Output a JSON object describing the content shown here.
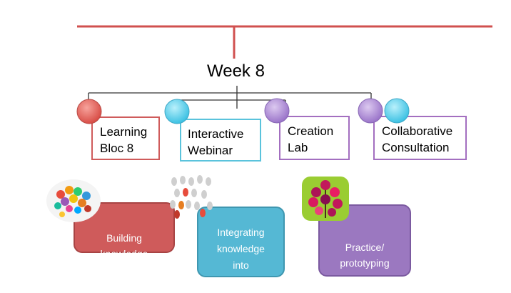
{
  "title": "Week 8",
  "colors": {
    "red": "#cf5b5b",
    "cyan": "#5ac3dc",
    "purple": "#9b7ac3",
    "connector": "#333333",
    "top_rule": "#d0504f"
  },
  "nodes": [
    {
      "id": "learning-bloc",
      "label": "Learning\nBloc 8",
      "border_color": "#cf5b5b",
      "circles": [
        "red"
      ]
    },
    {
      "id": "interactive-webinar",
      "label": "Interactive\nWebinar",
      "border_color": "#5ac3dc",
      "circles": [
        "cyan"
      ]
    },
    {
      "id": "creation-lab",
      "label": "Creation\nLab",
      "border_color": "#a36fc0",
      "circles": [
        "purple"
      ]
    },
    {
      "id": "collaborative-consultation",
      "label": "Collaborative\nConsultation",
      "border_color": "#a36fc0",
      "circles": [
        "purple",
        "cyan"
      ]
    }
  ],
  "activities": [
    {
      "id": "building-knowledge",
      "label": "Building\nknowledge",
      "fill": "#cf5b5b",
      "border": "#a84444",
      "icon": "colorful-brain-icon"
    },
    {
      "id": "integrating-knowledge",
      "label": "Integrating\nknowledge\ninto\ndiscourse",
      "fill": "#55b8d4",
      "border": "#3f97b0",
      "icon": "people-crowd-icon"
    },
    {
      "id": "practice-prototyping",
      "label": "Practice/\nprototyping",
      "fill": "#9b78c0",
      "border": "#7b5aa0",
      "icon": "flower-tree-icon"
    }
  ]
}
